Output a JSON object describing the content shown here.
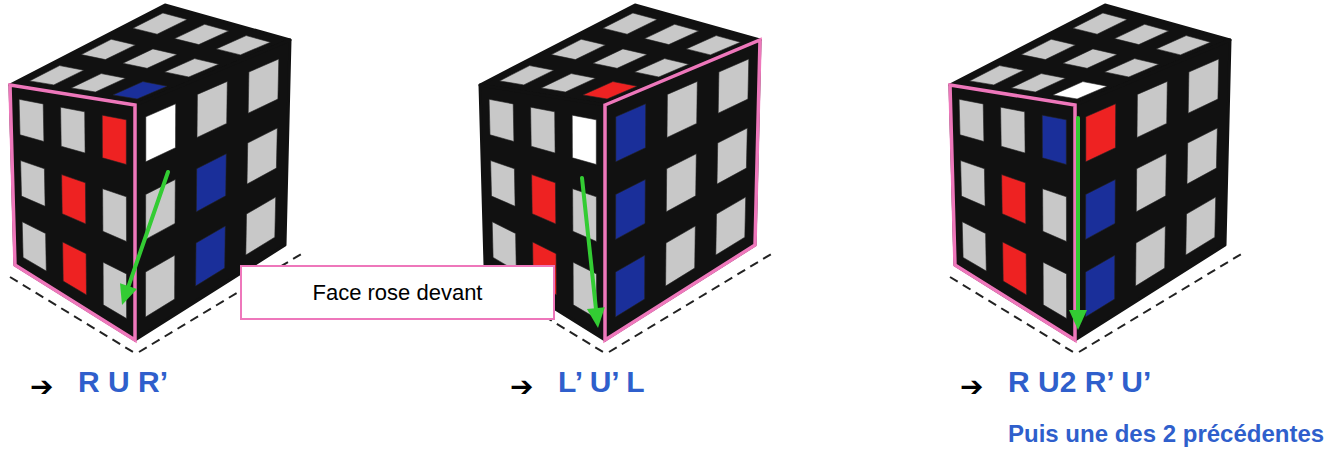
{
  "diagram": {
    "nodes": [
      {
        "text": [
          "Face rose devant"
        ]
      }
    ],
    "labels": [
      "➔",
      "R U R’",
      "➔",
      "L’ U’ L",
      "➔",
      "R U2 R’ U’",
      "Puis une des 2 précédentes"
    ]
  }
}
